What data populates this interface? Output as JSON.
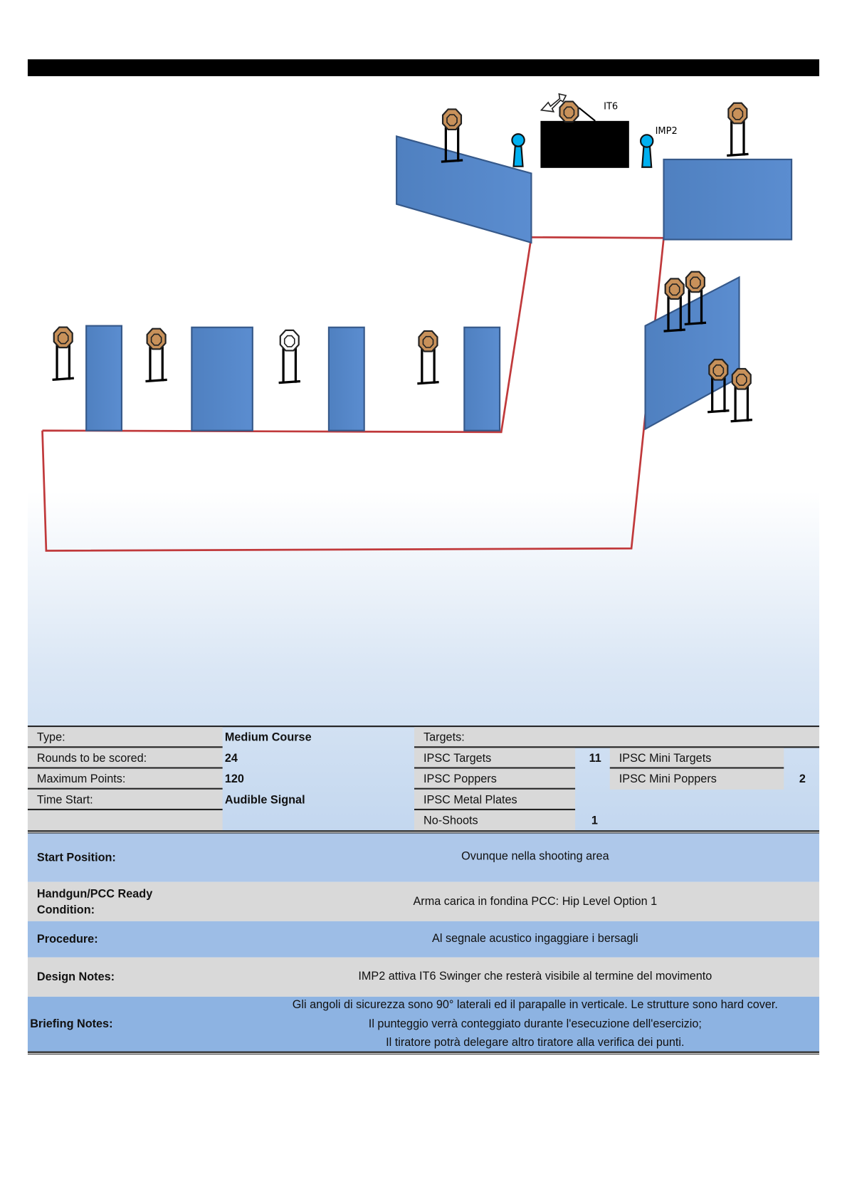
{
  "diagram": {
    "labels": {
      "swinger": "IT6",
      "popper": "IMP2"
    },
    "colors": {
      "wall": "#5587c8",
      "fault_line": "#c0393b",
      "target": "#c8915a",
      "popper": "#00b0f0"
    }
  },
  "stage_info": {
    "type_label": "Type:",
    "type_value": "Medium Course",
    "rounds_label": "Rounds to be scored:",
    "rounds_value": "24",
    "points_label": "Maximum Points:",
    "points_value": "120",
    "start_label": "Time Start:",
    "start_value": "Audible Signal",
    "targets_label": "Targets:",
    "targets": [
      {
        "label": "IPSC Targets",
        "count": "11"
      },
      {
        "label": "IPSC Poppers",
        "count": ""
      },
      {
        "label": "IPSC Metal Plates",
        "count": ""
      },
      {
        "label": "No-Shoots",
        "count": "1"
      }
    ],
    "mini_targets": [
      {
        "label": "IPSC Mini Targets",
        "count": ""
      },
      {
        "label": "IPSC Mini Poppers",
        "count": "2"
      }
    ]
  },
  "details": {
    "start_position_label": "Start Position:",
    "start_position": "Ovunque nella shooting area",
    "ready_label_1": "Handgun/PCC Ready",
    "ready_label_2": "Condition:",
    "ready_condition": "Arma carica in fondina PCC: Hip Level Option 1",
    "procedure_label": "Procedure:",
    "procedure": "Al segnale acustico ingaggiare i bersagli",
    "design_label": "Design Notes:",
    "design_notes": "IMP2 attiva IT6 Swinger che resterà visibile al termine del movimento",
    "briefing_label": "Briefing Notes:",
    "briefing_lines": [
      "Gli angoli di sicurezza sono 90° laterali ed il parapalle in verticale. Le strutture sono hard cover.",
      "Il punteggio verrà conteggiato durante l'esecuzione dell'esercizio;",
      "Il tiratore potrà delegare altro tiratore alla verifica dei punti."
    ]
  }
}
